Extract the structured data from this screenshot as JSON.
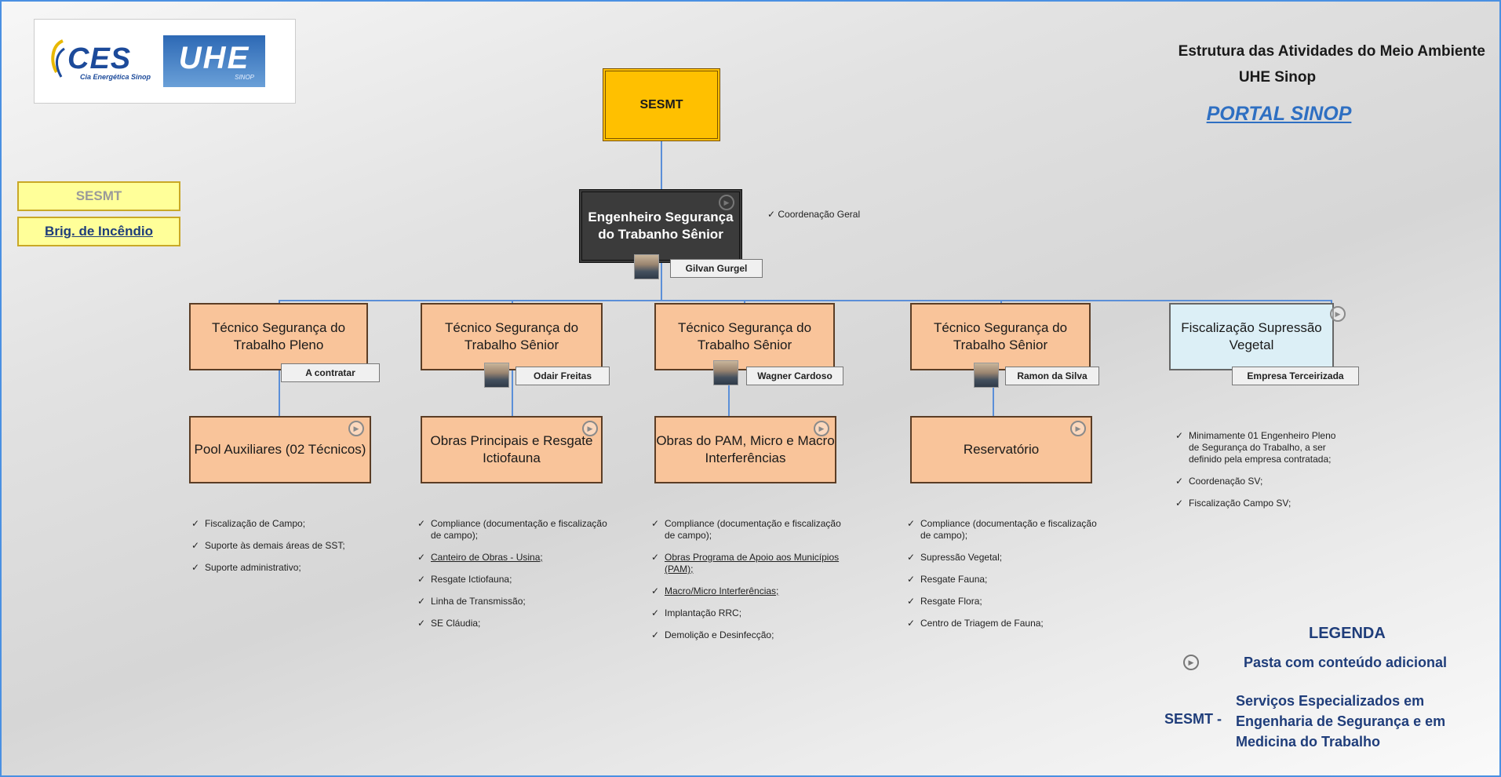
{
  "header": {
    "title_line1": "Estrutura das Atividades do Meio Ambiente",
    "title_line2": "UHE Sinop",
    "portal_link": "PORTAL SINOP"
  },
  "logo": {
    "ces_text": "CES",
    "ces_subtitle": "Cia Energética Sinop",
    "uhe_text": "UHE",
    "uhe_subtitle": "SINOP"
  },
  "sidebar": {
    "items": [
      {
        "label": "SESMT"
      },
      {
        "label": "Brig. de Incêndio"
      }
    ]
  },
  "chart": {
    "root": {
      "label": "SESMT"
    },
    "coordinator": {
      "title": "Engenheiro Segurança do Trabanho Sênior",
      "person": "Gilvan Gurgel",
      "note": "Coordenação Geral",
      "icon": "play-circle-icon"
    },
    "roles": [
      {
        "title": "Técnico Segurança do Trabalho Pleno",
        "person": "A contratar"
      },
      {
        "title": "Técnico Segurança do Trabalho Sênior",
        "person": "Odair Freitas"
      },
      {
        "title": "Técnico Segurança do Trabalho Sênior",
        "person": "Wagner Cardoso"
      },
      {
        "title": "Técnico Segurança do Trabalho Sênior",
        "person": "Ramon da Silva"
      },
      {
        "title": "Fiscalização Supressão Vegetal",
        "person": "Empresa Terceirizada"
      }
    ],
    "areas": [
      {
        "title": "Pool Auxiliares (02 Técnicos)",
        "items": [
          "Fiscalização de Campo;",
          "Suporte às demais áreas de SST;",
          "Suporte administrativo;"
        ]
      },
      {
        "title": "Obras Principais e Resgate Ictiofauna",
        "items": [
          "Compliance (documentação e fiscalização de campo);",
          "Canteiro de Obras - Usina;",
          "Resgate Ictiofauna;",
          "Linha de Transmissão;",
          "SE Cláudia;"
        ]
      },
      {
        "title": "Obras do PAM, Micro e Macro Interferências",
        "items": [
          "Compliance (documentação e fiscalização de campo);",
          "Obras Programa de Apoio aos Municípios (PAM);",
          "Macro/Micro Interferências;",
          "Implantação RRC;",
          "Demolição e Desinfecção;"
        ]
      },
      {
        "title": "Reservatório",
        "items": [
          "Compliance (documentação e fiscalização de campo);",
          "Supressão Vegetal;",
          "Resgate Fauna;",
          "Resgate Flora;",
          "Centro de Triagem de Fauna;"
        ]
      }
    ],
    "fiscalizacao_items": [
      "Minimamente 01 Engenheiro Pleno de Segurança do Trabalho, a ser definido pela empresa contratada;",
      "Coordenação SV;",
      "Fiscalização Campo SV;"
    ]
  },
  "legend": {
    "title": "LEGENDA",
    "folder_icon": "play-circle-icon",
    "folder_label": "Pasta com conteúdo adicional",
    "sesmt_abbr": "SESMT -",
    "sesmt_line1": "Serviços Especializados em",
    "sesmt_line2": "Engenharia de Segurança e em",
    "sesmt_line3": "Medicina do Trabalho"
  },
  "colors": {
    "accent_blue": "#2e6fc2",
    "sesmt_fill": "#ffc000",
    "role_fill": "#f9c49a",
    "coordinator_fill": "#3b3b3b",
    "side_fill": "#ffff99"
  }
}
